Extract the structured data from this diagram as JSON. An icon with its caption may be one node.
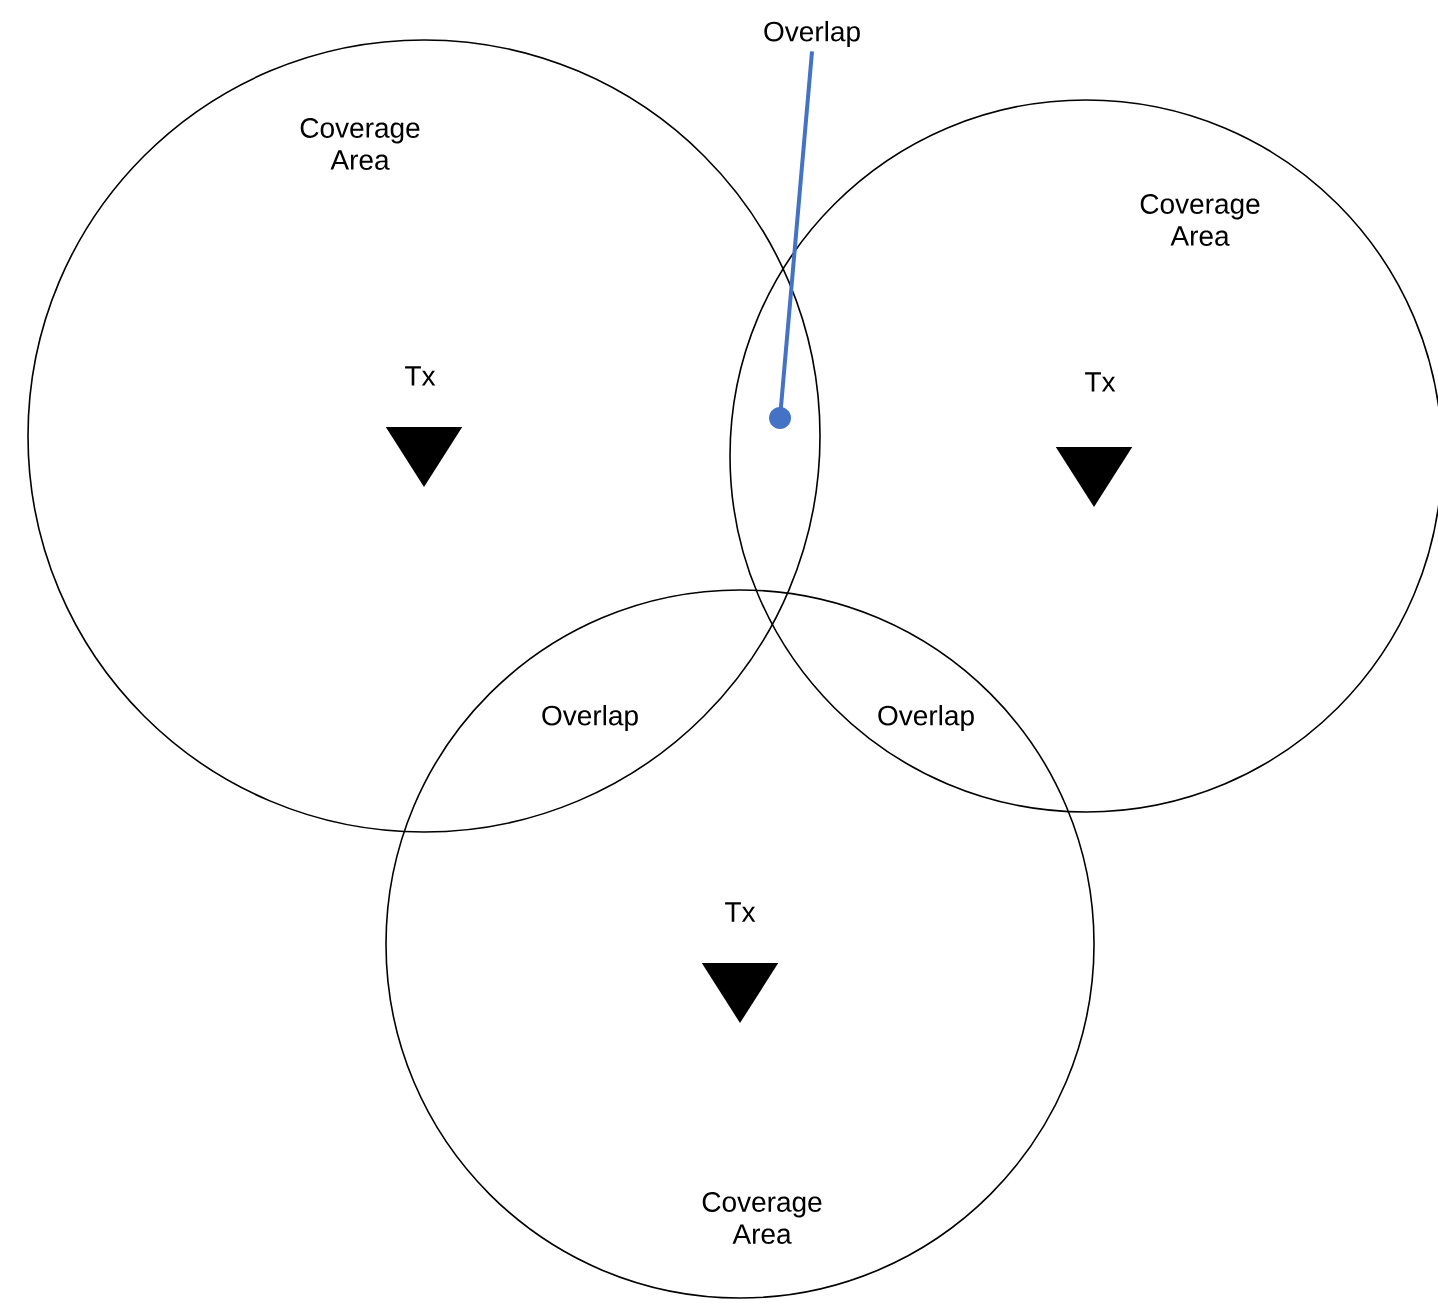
{
  "diagram": {
    "nodes": [
      {
        "text": [
          "Overlap"
        ]
      },
      {
        "text": [
          "Coverage Area"
        ]
      },
      {
        "text": [
          "Tx"
        ],
        "in": 1
      },
      {
        "text": [
          "Coverage Area"
        ]
      },
      {
        "text": [
          "Tx"
        ],
        "in": 3
      },
      {
        "text": [],
        "shape": "circle"
      },
      {
        "text": [
          "Coverage Area"
        ]
      },
      {
        "text": [
          "Tx"
        ],
        "in": 6
      }
    ],
    "edges": [
      {
        "from": 0,
        "to": 5,
        "arrow": "none",
        "color": "#4472c4"
      }
    ],
    "labels": [
      "Overlap",
      "Overlap"
    ]
  }
}
